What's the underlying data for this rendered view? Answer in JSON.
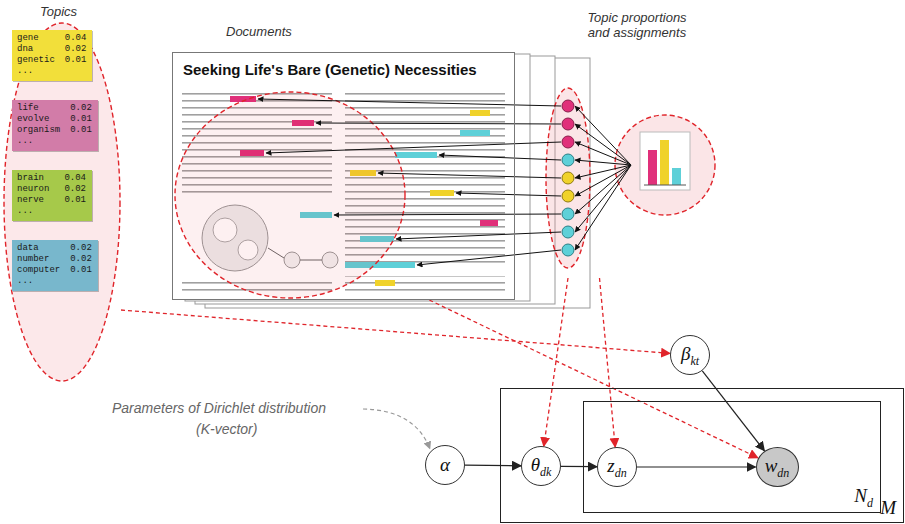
{
  "diagram": {
    "nodes": [
      {
        "text": [
          "Topics"
        ]
      },
      {
        "text": [
          "gene",
          "0.04",
          "dna",
          "0.02",
          "genetic",
          "0.01",
          "..."
        ],
        "in": 0
      },
      {
        "text": [
          "life",
          "0.02",
          "evolve",
          "0.01",
          "organism",
          "0.01",
          "..."
        ],
        "in": 0
      },
      {
        "text": [
          "brain",
          "0.04",
          "neuron",
          "0.02",
          "nerve",
          "0.01",
          "..."
        ],
        "in": 0
      },
      {
        "text": [
          "data",
          "0.02",
          "number",
          "0.02",
          "computer",
          "0.01",
          "..."
        ],
        "in": 0
      },
      {
        "text": [
          "Documents",
          "Seeking Life's Bare (Genetic) Necessities"
        ]
      },
      {
        "text": [
          "Topic proportions and assignments"
        ]
      },
      {
        "text": [
          "βkt"
        ]
      },
      {
        "text": [
          "α"
        ]
      },
      {
        "text": [
          "M"
        ]
      },
      {
        "text": [
          "θdk"
        ],
        "in": 9
      },
      {
        "text": [
          "Nd"
        ],
        "in": 9
      },
      {
        "text": [
          "zdn"
        ],
        "in": 11
      },
      {
        "text": [
          "wdn"
        ],
        "in": 11
      }
    ],
    "edges": [
      {
        "from": 8,
        "to": 10,
        "arrow": "to"
      },
      {
        "from": 10,
        "to": 12,
        "arrow": "to"
      },
      {
        "from": 12,
        "to": 13,
        "arrow": "to"
      },
      {
        "from": 7,
        "to": 13,
        "arrow": "to"
      },
      {
        "from": 0,
        "to": 7,
        "arrow": "to"
      },
      {
        "from": 5,
        "to": 13,
        "arrow": "to"
      },
      {
        "from": 6,
        "to": 10,
        "arrow": "to"
      },
      {
        "from": 6,
        "to": 12,
        "arrow": "to"
      }
    ],
    "labels": [
      "Parameters of Dirichlet distribution",
      "(K-vector)"
    ]
  }
}
